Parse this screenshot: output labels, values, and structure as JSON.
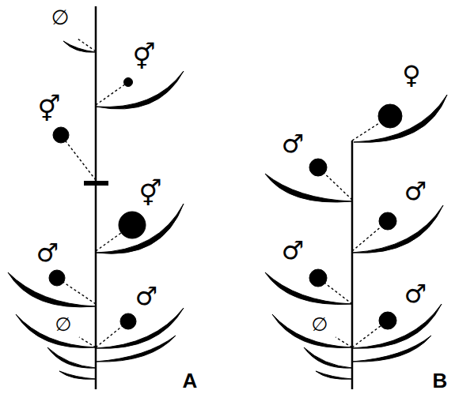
{
  "diagram": {
    "labels": [
      "∅",
      "⚥",
      "⚥",
      "⚥",
      "♂",
      "♂",
      "∅",
      "A",
      "♀",
      "♂",
      "♂",
      "♂",
      "♂",
      "∅",
      "B"
    ]
  }
}
